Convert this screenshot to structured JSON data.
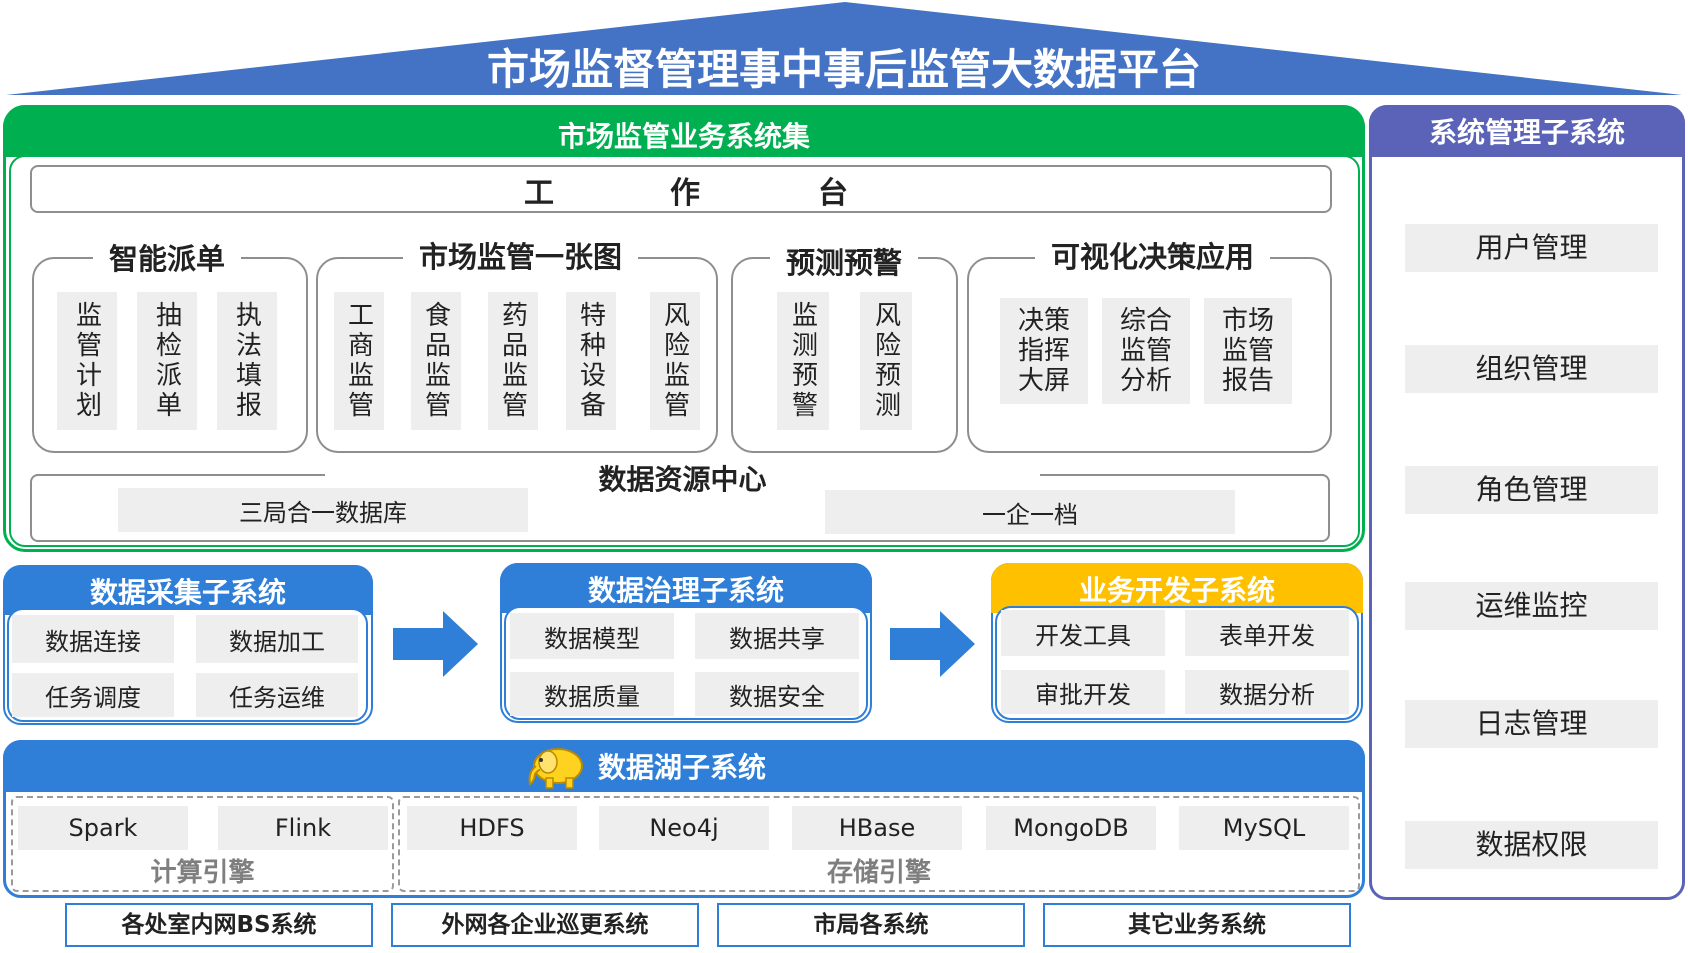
{
  "title": "市场监督管理事中事后监管大数据平台",
  "colors": {
    "roof": "#4472c4",
    "business": "#00b050",
    "blue": "#2f7fd8",
    "yellow": "#ffc000",
    "system": "#5b63b8",
    "cell": "#eeeeee"
  },
  "business": {
    "title": "市场监管业务系统集",
    "workbench": [
      "工",
      "作",
      "台"
    ],
    "groups": [
      {
        "title": "智能派单",
        "items": [
          "监管计划",
          "抽检派单",
          "执法填报"
        ]
      },
      {
        "title": "市场监管一张图",
        "items": [
          "工商监管",
          "食品监管",
          "药品监管",
          "特种设备",
          "风险监管"
        ]
      },
      {
        "title": "预测预警",
        "items": [
          "监测预警",
          "风险预测"
        ]
      },
      {
        "title": "可视化决策应用",
        "items": [
          "决策\n指挥\n大屏",
          "综合\n监管\n分析",
          "市场\n监管\n报告"
        ]
      }
    ],
    "data_center": {
      "title": "数据资源中心",
      "items": [
        "三局合一数据库",
        "一企一档"
      ]
    }
  },
  "collection": {
    "title": "数据采集子系统",
    "items": [
      "数据连接",
      "数据加工",
      "任务调度",
      "任务运维"
    ]
  },
  "governance": {
    "title": "数据治理子系统",
    "items": [
      "数据模型",
      "数据共享",
      "数据质量",
      "数据安全"
    ]
  },
  "development": {
    "title": "业务开发子系统",
    "items": [
      "开发工具",
      "表单开发",
      "审批开发",
      "数据分析"
    ]
  },
  "lake": {
    "title": "数据湖子系统",
    "icon": "hadoop-elephant-icon",
    "compute": {
      "label": "计算引擎",
      "items": [
        "Spark",
        "Flink"
      ]
    },
    "storage": {
      "label": "存储引擎",
      "items": [
        "HDFS",
        "Neo4j",
        "HBase",
        "MongoDB",
        "MySQL"
      ]
    }
  },
  "external": [
    "各处室内网BS系统",
    "外网各企业巡更系统",
    "市局各系统",
    "其它业务系统"
  ],
  "system": {
    "title": "系统管理子系统",
    "items": [
      "用户管理",
      "组织管理",
      "角色管理",
      "运维监控",
      "日志管理",
      "数据权限"
    ]
  }
}
